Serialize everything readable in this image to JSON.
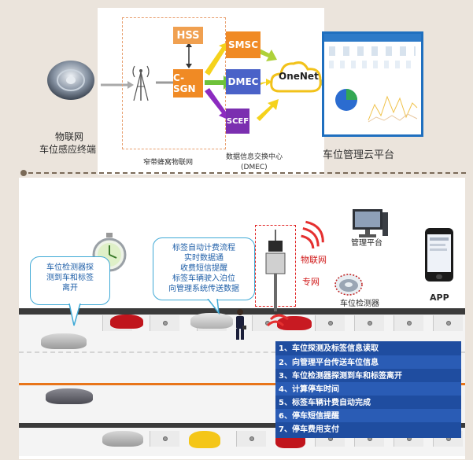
{
  "top": {
    "terminal_label_1": "物联网",
    "terminal_label_2": "车位感应终端",
    "nb_label": "窄带蜂窝物联网",
    "hss": "HSS",
    "csgn": "C-SGN",
    "smsc": "SMSC",
    "dmec": "DMEC",
    "scef": "SCEF",
    "onenet": "OneNet",
    "dmec_label_1": "数据信息交换中心",
    "dmec_label_2": "(DMEC)",
    "cloud_label": "车位管理云平台"
  },
  "bottom": {
    "bubble_left": [
      "车位检测器探",
      "测到车和标签",
      "离开"
    ],
    "bubble_center": [
      "标签自动计费流程",
      "实时数据通",
      "收费短信提醒",
      "标签车辆驶入泊位",
      "向管理系统传送数据"
    ],
    "iot_label": "物联网",
    "private_label": "专网",
    "mgmt_label": "管理平台",
    "app_label": "APP",
    "detector_label": "车位检测器",
    "steps": [
      "1、车位探测及标签信息读取",
      "2、向管理平台传送车位信息",
      "3、车位检测器探测到车和标签离开",
      "4、计算停车时间",
      "5、标签车辆计费自动完成",
      "6、停车短信提醒",
      "7、停车费用支付"
    ]
  },
  "colors": {
    "background": "#ebe4dc",
    "hss_orange": "#f0a050",
    "csgn_orange": "#f08a24",
    "dmec_blue": "#4a62c8",
    "scef_purple": "#7b2fb0",
    "dashed_red": "#e02020",
    "orange_line": "#e8751a",
    "step_blue": "#1f4da0"
  }
}
